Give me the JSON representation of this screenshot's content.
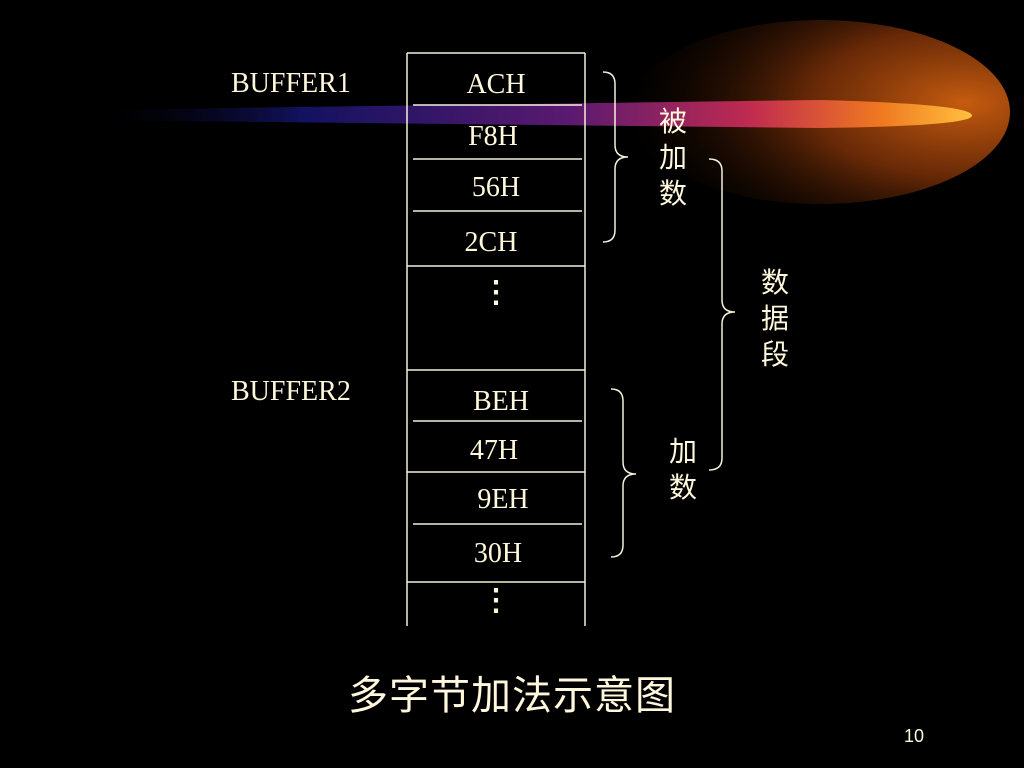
{
  "labels": {
    "buffer1": "BUFFER1",
    "buffer2": "BUFFER2"
  },
  "memory": {
    "buffer1_bytes": [
      "ACH",
      "F8H",
      "56H",
      "2CH"
    ],
    "buffer2_bytes": [
      "BEH",
      "47H",
      "9EH",
      "30H"
    ],
    "ellipsis": "⋮"
  },
  "braces": {
    "augend": "被加数",
    "addend": "加数",
    "data_segment": "数据段"
  },
  "caption": "多字节加法示意图",
  "page_number": "10",
  "colors": {
    "background": "#000000",
    "text": "#fff8dc",
    "lines": "#f5f0dc",
    "comet_tail": "#1a1a7a",
    "comet_head": "#ffb020"
  }
}
